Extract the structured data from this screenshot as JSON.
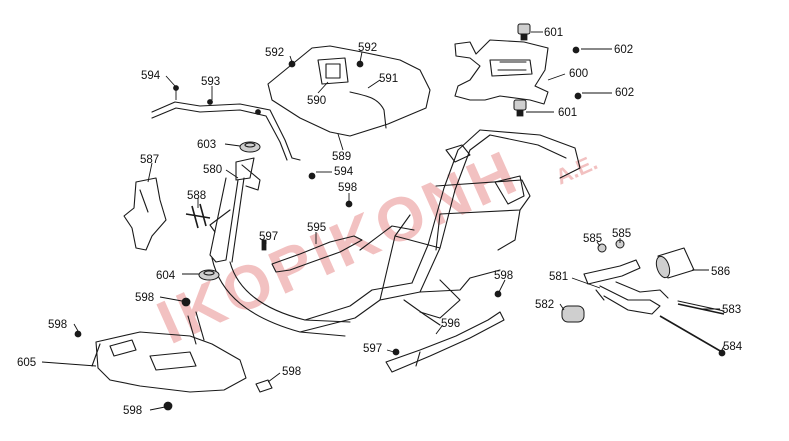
{
  "watermark": {
    "text": "IKOPIKONH",
    "suffix": "A.E.",
    "color": "#d94040"
  },
  "labels": {
    "l601a": "601",
    "l592a": "592",
    "l592b": "592",
    "l602a": "602",
    "l594a": "594",
    "l593": "593",
    "l591": "591",
    "l600": "600",
    "l602b": "602",
    "l590": "590",
    "l601b": "601",
    "l603": "603",
    "l589": "589",
    "l587": "587",
    "l580": "580",
    "l594b": "594",
    "l598a": "598",
    "l588": "588",
    "l595": "595",
    "l597a": "597",
    "l585a": "585",
    "l585b": "585",
    "l586": "586",
    "l604": "604",
    "l598b": "598",
    "l581": "581",
    "l598c": "598",
    "l582": "582",
    "l583": "583",
    "l598d": "598",
    "l596": "596",
    "l605": "605",
    "l597b": "597",
    "l584": "584",
    "l598e": "598",
    "l598f": "598"
  }
}
